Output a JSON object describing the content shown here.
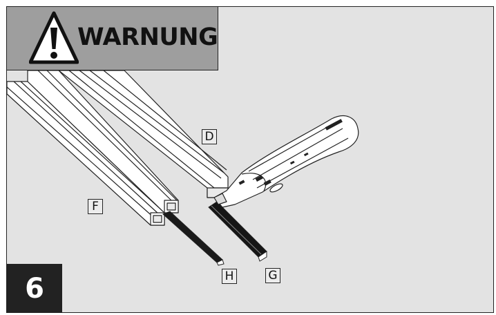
{
  "warning": {
    "label": "WARNUNG",
    "icon": "warning-triangle-icon"
  },
  "step": {
    "number": "6"
  },
  "parts": {
    "D": "D",
    "F": "F",
    "G": "G",
    "H": "H"
  },
  "tool": {
    "icon": "utility-knife-icon"
  },
  "colors": {
    "frame_background": "#e3e3e3",
    "warning_background": "#9e9e9e",
    "step_background": "#222222",
    "line_color": "#222222"
  }
}
